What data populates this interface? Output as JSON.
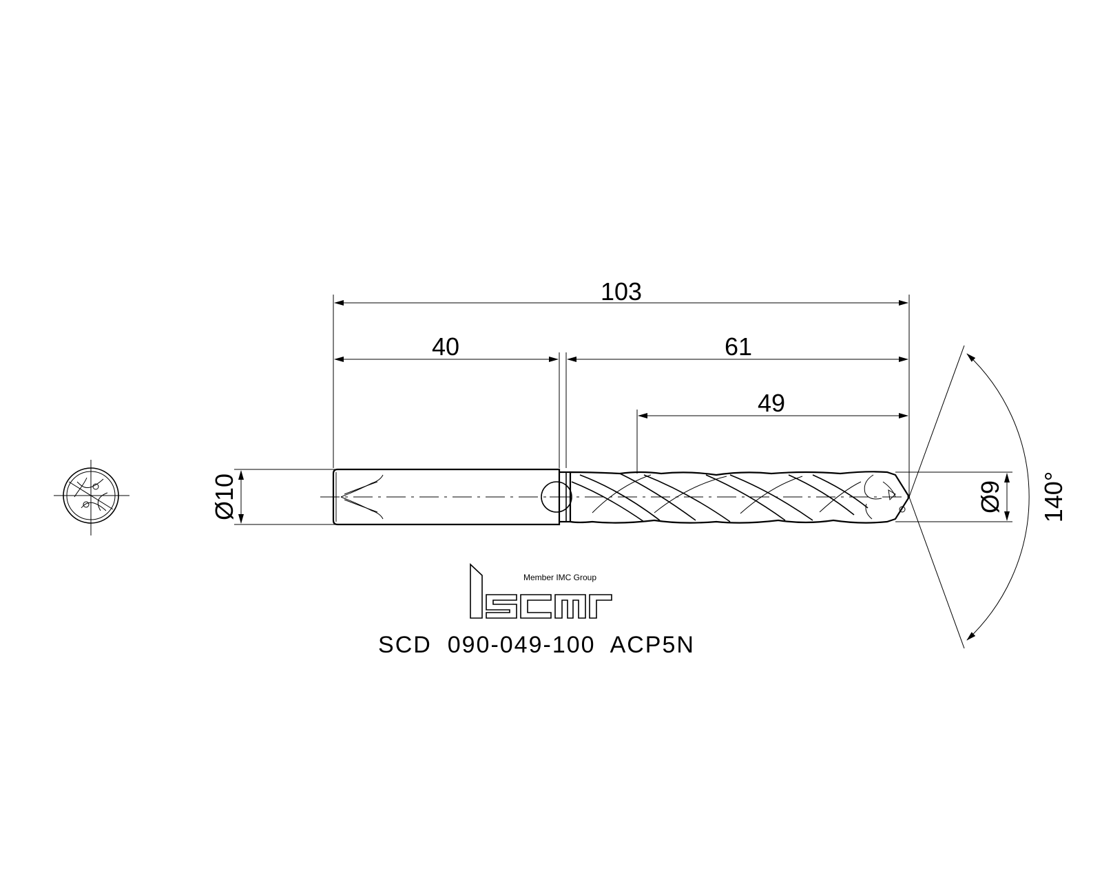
{
  "dimensions": {
    "overall_length": "103",
    "shank_length": "40",
    "body_length": "61",
    "flute_length": "49",
    "shank_diameter": "Ø10",
    "drill_diameter": "Ø9",
    "point_angle": "140°"
  },
  "logo": {
    "tagline": "Member IMC Group",
    "wordmark": "iscar"
  },
  "part_number": "SCD  090-049-100  ACP5N"
}
